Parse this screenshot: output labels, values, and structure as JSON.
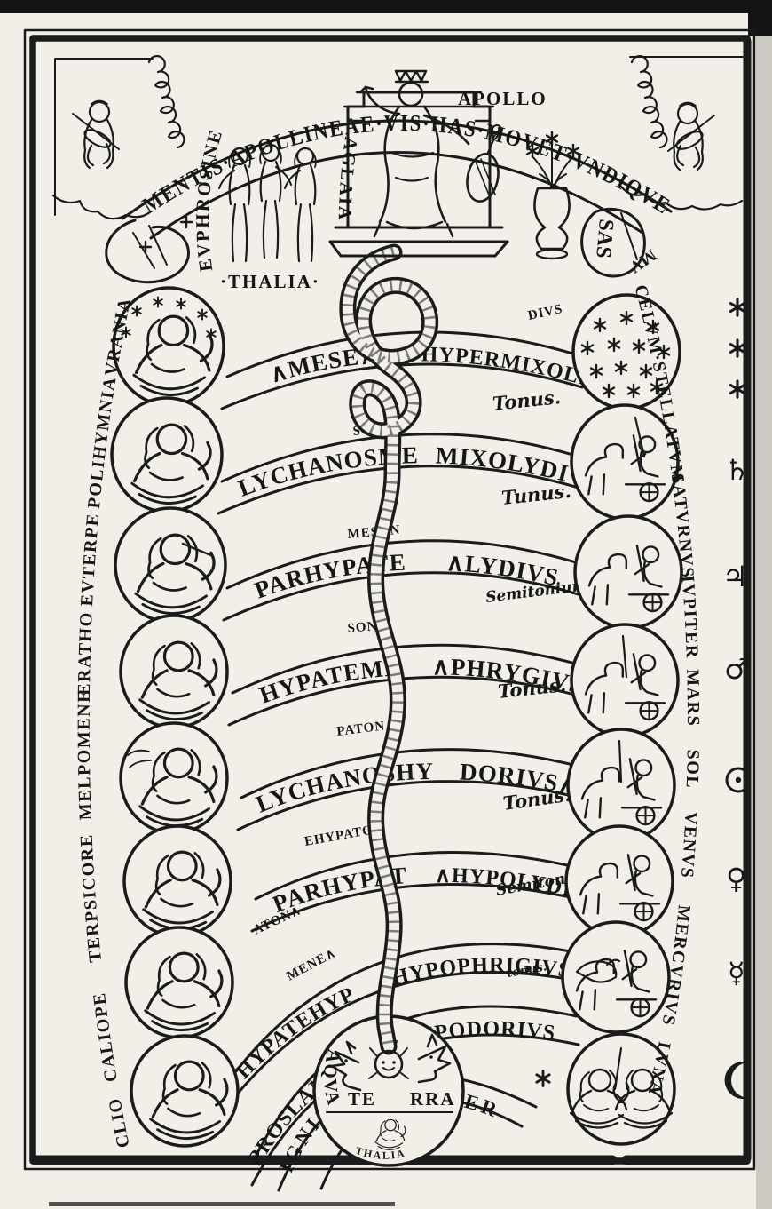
{
  "banner": {
    "text": "MENTIS·APOLLINEAE·VIS·HAS·MOVET·VNDIQVE",
    "ribbon_end_top": "SAS",
    "ribbon_end_bottom": "MV"
  },
  "apollo": {
    "label": "APOLLO"
  },
  "graces": {
    "left_label": "EVPHROSINE",
    "right_label": "AGLAIA",
    "below_label": "·THALIA·"
  },
  "muses": [
    {
      "name": "VRANIA"
    },
    {
      "name": "POLIHYMNIA"
    },
    {
      "name": "EVTERPE"
    },
    {
      "name": "ERATHO"
    },
    {
      "name": "MELPOMENE"
    },
    {
      "name": "TERPSICORE"
    },
    {
      "name": "CALIOPE"
    },
    {
      "name": "CLIO"
    }
  ],
  "spheres": [
    {
      "name": "CELVM·STELLATVM",
      "symbol": "✶✶✶"
    },
    {
      "name": "SATVRNVS",
      "symbol": "♄"
    },
    {
      "name": "IVPITER",
      "symbol": "♃"
    },
    {
      "name": "MARS",
      "symbol": "♂"
    },
    {
      "name": "SOL",
      "symbol": "☉"
    },
    {
      "name": "VENVS",
      "symbol": "♀"
    },
    {
      "name": "MERCVRIVS",
      "symbol": "☿"
    },
    {
      "name": "LVNA",
      "symbol": "☽"
    }
  ],
  "bands": [
    {
      "left_small": "",
      "left": "∧MESE∧",
      "right": "HYPERMIXOLY",
      "right_small": "DIVS"
    },
    {
      "left_small": "SON∧",
      "left": "LYCHANOSME",
      "right": "MIXOLYDIVS",
      "right_small": ""
    },
    {
      "left_small": "MESON",
      "left": "PARHYPATE",
      "right": "∧LYDIVS",
      "right_small": ""
    },
    {
      "left_small": "SON∧",
      "left": "HYPATEME",
      "right": "∧PHRYGIVS∧",
      "right_small": ""
    },
    {
      "left_small": "PATON∧",
      "left": "LYCHANOSHY",
      "right": "DORIVS∧",
      "right_small": ""
    },
    {
      "left_small": "EHYPATO",
      "left": "PARHYPAT",
      "right": "∧HYPOLYDIVS∧",
      "right_small": ""
    },
    {
      "left_small": "ATON∧",
      "left": "HYPATEHYP",
      "right": "HYPOPHRIGIVS",
      "right_small": ""
    },
    {
      "left_small": "MENE∧",
      "left": "PROSLAMBANO",
      "right": "HYPODORIVS",
      "right_small": ""
    }
  ],
  "intervals": [
    {
      "label": "Tonus."
    },
    {
      "label": "Tunus."
    },
    {
      "label": "Semitonium."
    },
    {
      "label": "Tonus."
    },
    {
      "label": "Tonus."
    },
    {
      "label": "Semitonium."
    },
    {
      "label": "tonus."
    }
  ],
  "elements": {
    "fire": "IGNIS",
    "air": "AER",
    "water": "AQVA",
    "earth_left": "TE",
    "earth_right": "RRA",
    "thalia": "THALIA"
  }
}
